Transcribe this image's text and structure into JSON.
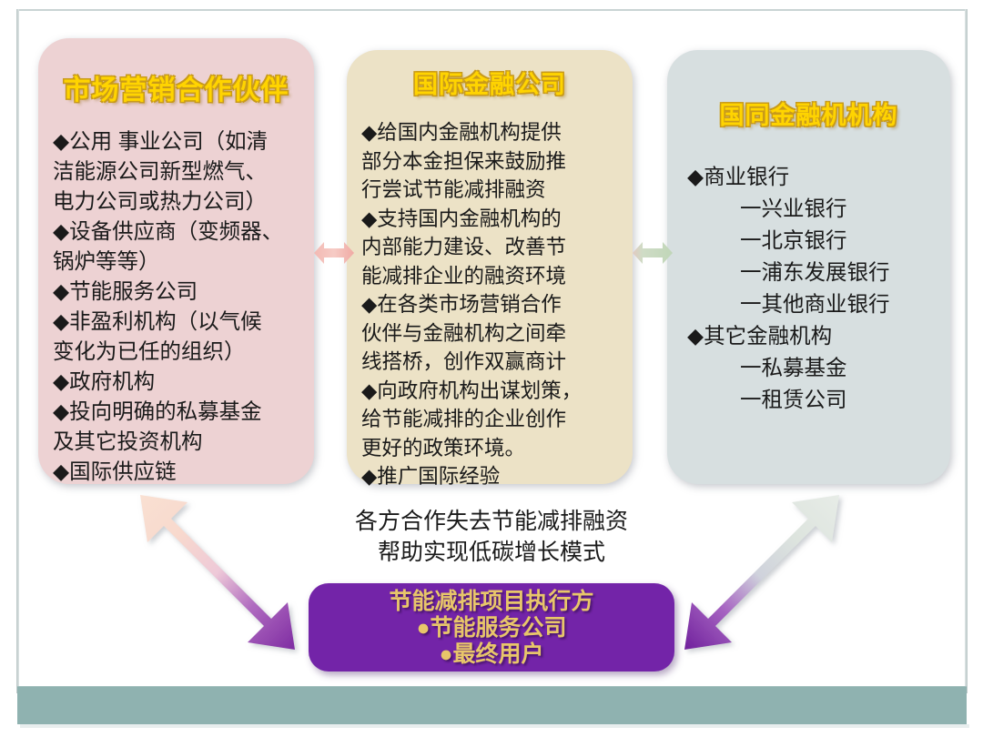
{
  "diagram": {
    "title_text_color": "#ffd400",
    "background": "#ffffff",
    "bottom_bar_color": "#8fb2b0"
  },
  "panels": [
    {
      "id": "marketing-partners",
      "title": "市场营销合作伙伴",
      "background": "#edd2d3",
      "lines": [
        "◆公用 事业公司（如清",
        "洁能源公司新型燃气、",
        "电力公司或热力公司）",
        "◆设备供应商（变频器、",
        "锅炉等等）",
        "◆节能服务公司",
        "◆非盈利机构（以气候",
        "变化为已任的组织）",
        "◆政府机构",
        "◆投向明确的私募基金",
        "及其它投资机构",
        "◆国际供应链"
      ]
    },
    {
      "id": "international-finance-corp",
      "title": "国际金融公司",
      "background": "#ece2c6",
      "lines": [
        "◆给国内金融机构提供",
        "部分本金担保来鼓励推",
        "行尝试节能减排融资",
        "◆支持国内金融机构的",
        "内部能力建设、改善节",
        "能减排企业的融资环境",
        "◆在各类市场营销合作",
        "伙伴与金融机构之间牵",
        "线搭桥，创作双赢商计",
        "◆向政府机构出谋划策，",
        "给节能减排的企业创作",
        "更好的政策环境。",
        "◆推广国际经验"
      ]
    },
    {
      "id": "domestic-financial-institutions",
      "title": "国同金融机机构",
      "background": "#d7dfe0",
      "lines": [
        "◆商业银行",
        "一兴业银行",
        "一北京银行",
        "一浦东发展银行",
        "一其他商业银行",
        "◆其它金融机构",
        "一私募基金",
        "一租赁公司"
      ],
      "indent_flags": [
        false,
        true,
        true,
        true,
        true,
        false,
        true,
        true
      ]
    }
  ],
  "center_caption": {
    "line1": "各方合作失去节能减排融资",
    "line2": "帮助实现低碳增长模式"
  },
  "executor_box": {
    "background": "#7324a8",
    "text_color": "#e8c66a",
    "line1": "节能减排项目执行方",
    "line2": "●节能服务公司",
    "line3": "●最终用户"
  },
  "arrows": {
    "between_panel1_panel2": {
      "name": "pink-double-arrow",
      "color": "#f0b8b5",
      "direction": "double-horizontal"
    },
    "between_panel2_panel3": {
      "name": "green-double-arrow",
      "color": "#c8ddc2",
      "direction": "double-horizontal"
    },
    "left_diagonal": {
      "name": "pink-purple-double-arrow",
      "color_start": "#f8ddd0",
      "color_end": "#8a3fa8",
      "direction": "double-diagonal"
    },
    "right_diagonal": {
      "name": "gray-purple-double-arrow",
      "color_start": "#dfe6e2",
      "color_end": "#7a2fa0",
      "direction": "double-diagonal"
    }
  }
}
